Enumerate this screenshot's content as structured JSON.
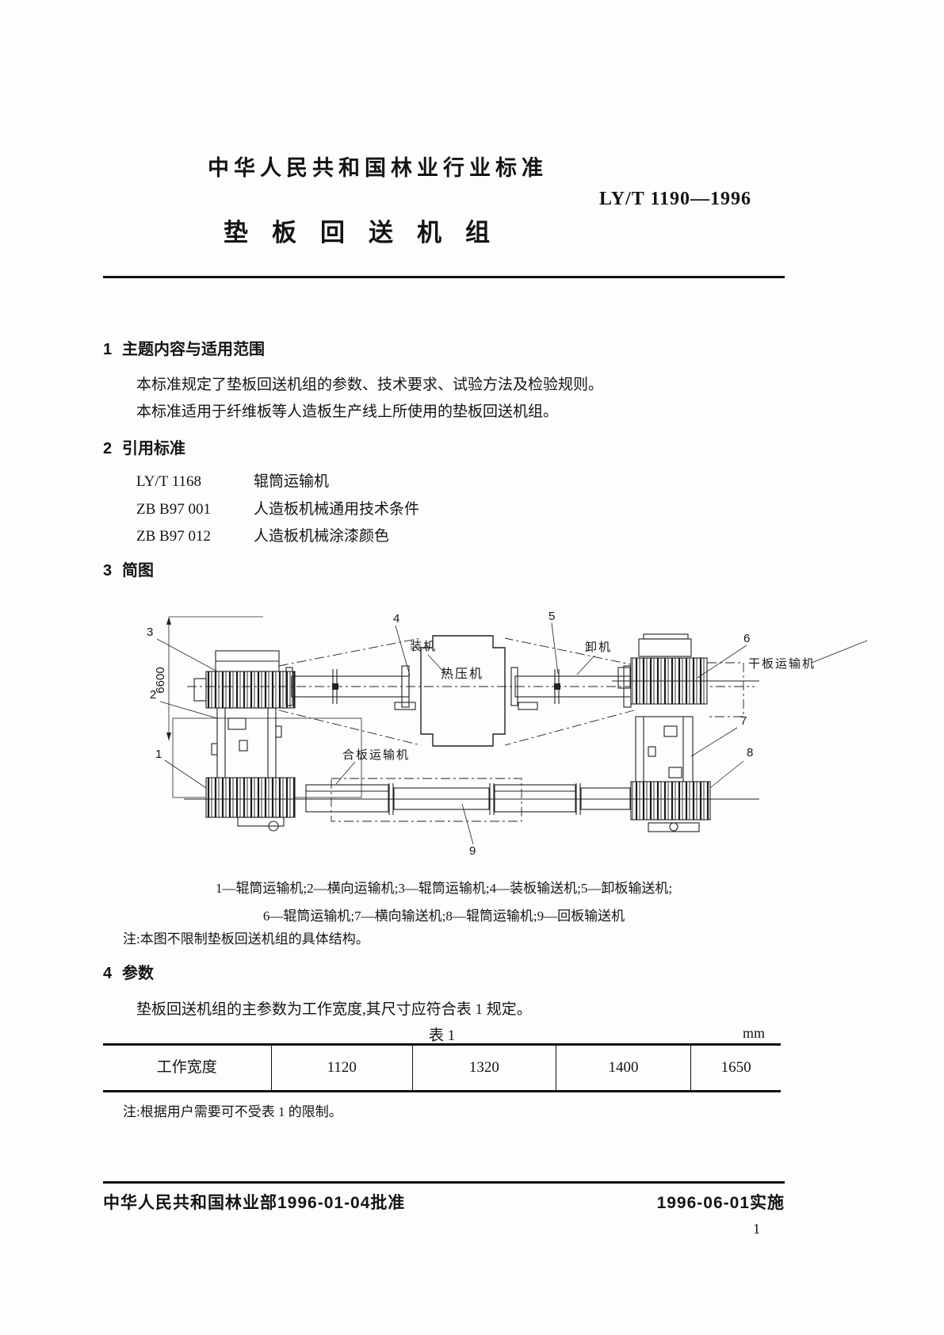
{
  "header": {
    "standard_type": "中华人民共和国林业行业标准",
    "standard_number": "LY/T 1190—1996",
    "doc_title": "垫板回送机组"
  },
  "sections": {
    "s1": {
      "num": "1",
      "heading": "主题内容与适用范围",
      "p1": "本标准规定了垫板回送机组的参数、技术要求、试验方法及检验规则。",
      "p2": "本标准适用于纤维板等人造板生产线上所使用的垫板回送机组。"
    },
    "s2": {
      "num": "2",
      "heading": "引用标准",
      "refs": [
        {
          "code": "LY/T 1168",
          "name": "辊筒运输机"
        },
        {
          "code": "ZB B97 001",
          "name": "人造板机械通用技术条件"
        },
        {
          "code": "ZB B97 012",
          "name": "人造板机械涂漆颜色"
        }
      ]
    },
    "s3": {
      "num": "3",
      "heading": "简图",
      "figure": {
        "dimension": "6600",
        "callouts": [
          "1",
          "2",
          "3",
          "4",
          "5",
          "6",
          "7",
          "8",
          "9"
        ],
        "labels": {
          "loader": "装机",
          "hot_press": "热压机",
          "unloader": "卸机",
          "dry_board_conveyor": "干板运输机",
          "board_conveyor": "合板运输机"
        },
        "caption_line1": "1—辊筒运输机;2—横向运输机;3—辊筒运输机;4—装板输送机;5—卸板输送机;",
        "caption_line2": "6—辊筒运输机;7—横向输送机;8—辊筒运输机;9—回板输送机",
        "note": "注:本图不限制垫板回送机组的具体结构。"
      }
    },
    "s4": {
      "num": "4",
      "heading": "参数",
      "p1": "垫板回送机组的主参数为工作宽度,其尺寸应符合表 1 规定。",
      "table": {
        "caption": "表 1",
        "unit": "mm",
        "row_header": "工作宽度",
        "values": [
          "1120",
          "1320",
          "1400",
          "1650"
        ]
      },
      "note": "注:根据用户需要可不受表 1 的限制。"
    }
  },
  "footer": {
    "approval": "中华人民共和国林业部1996-01-04批准",
    "implementation": "1996-06-01实施",
    "page_number": "1"
  }
}
